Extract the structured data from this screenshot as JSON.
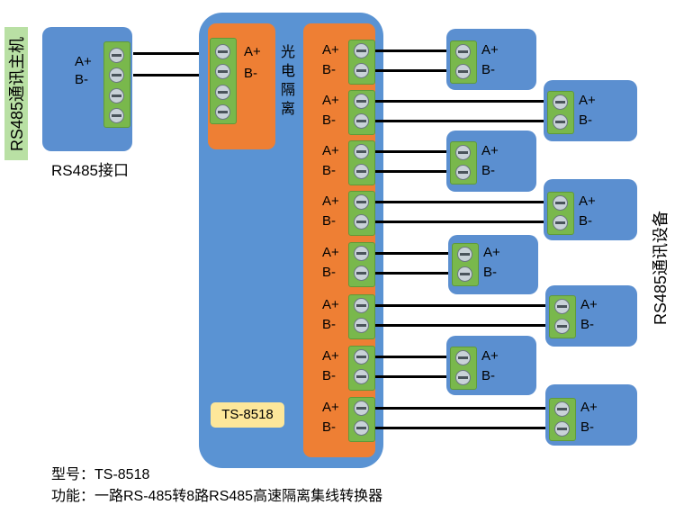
{
  "host_label": "RS485通讯主机",
  "host_port_label": "RS485接口",
  "device_label": "RS485通讯设备",
  "isolation_label": "光电隔离",
  "model_badge": "TS-8518",
  "pin_a": "A+",
  "pin_b": "B-",
  "footer": {
    "model_line": "型号：TS-8518",
    "function_line": "功能：一路RS-485转8路RS485高速隔离集线转换器"
  },
  "colors": {
    "converter_body": "#5a93d3",
    "device_box": "#5b8fd0",
    "terminal_block": "#79b84c",
    "isolation_block": "#ee7f34",
    "host_label_bg": "#b9e0a4",
    "model_badge_bg": "#fde79a"
  }
}
